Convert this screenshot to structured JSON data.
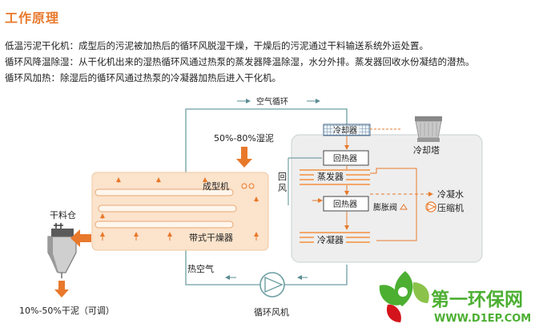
{
  "title": "工作原理",
  "descriptions": [
    "低温污泥干化机：成型后的污泥被加热后的循环风脱湿干燥，干燥后的污泥通过干料输送系统外运处置。",
    "循环风降温除湿：从干化机出来的湿热循环风通过热泵的蒸发器降温除湿，水分外排。蒸发器回收水份凝结的潜热。",
    "循环风加热：除湿后的循环风通过热泵的冷凝器加热后进入干化机。"
  ],
  "diagram": {
    "air_cycle": "空气循环",
    "wet_sludge": "50%-80%湿泥",
    "forming_machine": "成型机",
    "belt_dryer": "带式干燥器",
    "dry_silo": "干料仓",
    "dry_sludge": "10%-50%干泥（可调）",
    "hot_air": "热空气",
    "circulation_fan": "循环风机",
    "cooler": "冷却器",
    "cooling_tower": "冷却塔",
    "reheater_top": "回热器",
    "reheater_mid": "回热器",
    "return_air": "回\n风",
    "evaporator": "蒸发器",
    "condensate": "冷凝水",
    "compressor": "压缩机",
    "expansion_valve": "膨胀阀",
    "condenser": "冷凝器"
  },
  "watermark": {
    "cn": "第一环保网",
    "en": "WWW.D1EP.COM"
  },
  "colors": {
    "accent": "#e8792b",
    "orange_fill": "#fbe3cc",
    "gray_fill": "#eeeeee",
    "pipe": "#6e9fa3",
    "coil": "#f3a76a",
    "watermark_green": "#4caf32",
    "watermark_red": "#d4141c"
  }
}
